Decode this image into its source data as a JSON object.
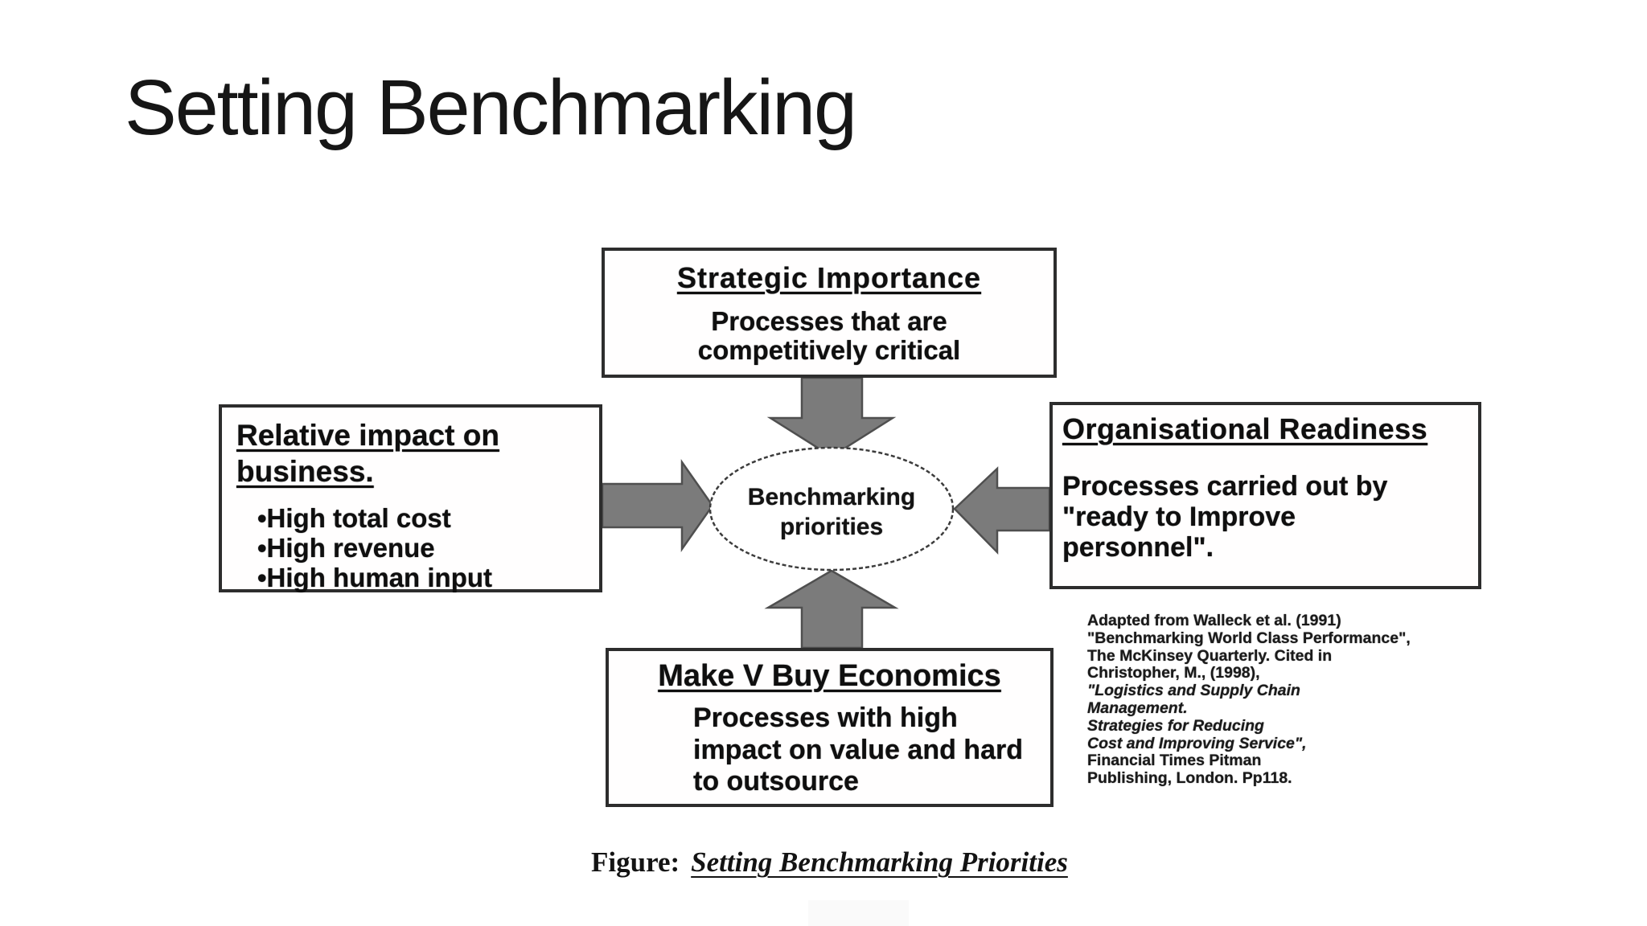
{
  "slide": {
    "title": "Setting Benchmarking"
  },
  "diagram": {
    "center": {
      "line1": "Benchmarking",
      "line2": "priorities"
    },
    "boxes": {
      "top": {
        "heading": "Strategic Importance",
        "body": "Processes that are competitively critical"
      },
      "left": {
        "heading": "Relative impact on business.",
        "bullets": [
          "•High total cost",
          "•High revenue",
          "•High human input"
        ]
      },
      "right": {
        "heading": "Organisational Readiness",
        "body": "Processes carried out by \"ready to Improve personnel\"."
      },
      "bottom": {
        "heading": "Make V Buy Economics",
        "body": "Processes with high impact on value and hard to outsource"
      }
    },
    "colors": {
      "arrow_fill": "#7b7b7b",
      "arrow_stroke": "#4f4f4f",
      "box_border": "#2d2d2d",
      "ellipse_stroke": "#3c3c3c",
      "ink": "#111111"
    }
  },
  "citation": {
    "lines": [
      {
        "text": "Adapted from Walleck et al. (1991)",
        "italic": false
      },
      {
        "text": "\"Benchmarking World Class Performance\",",
        "italic": false
      },
      {
        "text": "The McKinsey Quarterly. Cited in",
        "italic": false
      },
      {
        "text": "Christopher, M., (1998),",
        "italic": false
      },
      {
        "text": "\"Logistics and Supply Chain",
        "italic": true
      },
      {
        "text": "Management.",
        "italic": true
      },
      {
        "text": "Strategies for Reducing",
        "italic": true
      },
      {
        "text": "Cost and Improving Service\",",
        "italic": true
      },
      {
        "text": "Financial Times Pitman",
        "italic": false
      },
      {
        "text": "Publishing, London. Pp118.",
        "italic": false
      }
    ]
  },
  "caption": {
    "prefix": "Figure:",
    "title": "Setting Benchmarking Priorities"
  }
}
